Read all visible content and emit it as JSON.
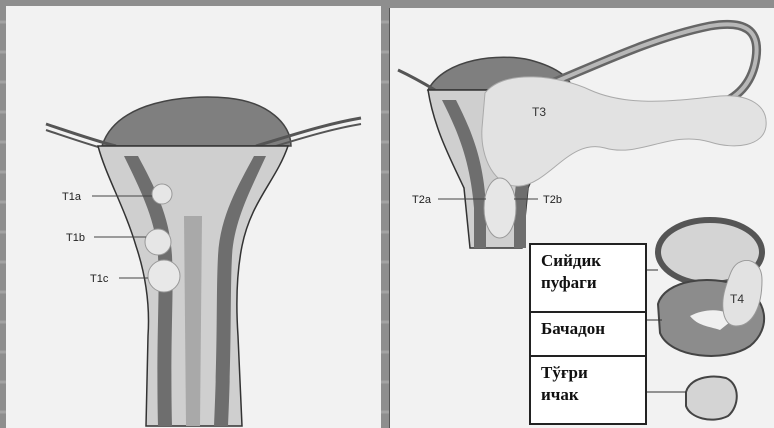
{
  "stage_labels": {
    "t1a": "T1a",
    "t1b": "T1b",
    "t1c": "T1c",
    "t2a": "T2a",
    "t2b": "T2b",
    "t3": "T3",
    "t4": "T4"
  },
  "organ_legend": {
    "bladder_line1": "Сийдик",
    "bladder_line2": "пуфаги",
    "uterus": "Бачадон",
    "rectum_line1": "Тўғри",
    "rectum_line2": "ичак"
  },
  "colors": {
    "background": "#8e8e8e",
    "panel": "#f2f2f2",
    "uterus_wall": "#7a7a7a",
    "myometrium": "#bdbdbd",
    "tumor": "#e4e4e4",
    "outline": "#333333"
  }
}
